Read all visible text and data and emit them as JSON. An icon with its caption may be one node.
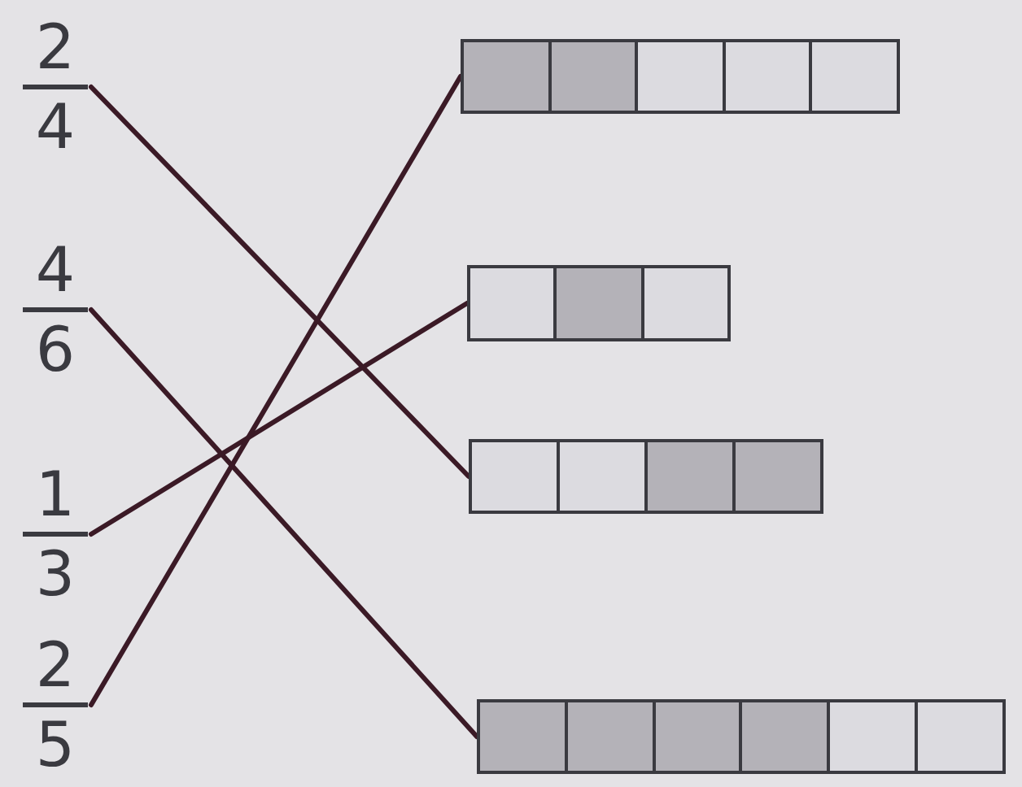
{
  "diagram": {
    "nodes": [
      {
        "text": [
          "2",
          "4"
        ]
      },
      {
        "text": [
          "4",
          "6"
        ]
      },
      {
        "text": [
          "1",
          "3"
        ]
      },
      {
        "text": [
          "2",
          "5"
        ]
      },
      {
        "text": [],
        "shape": "bar"
      },
      {
        "text": [],
        "shape": "bar"
      },
      {
        "text": [],
        "shape": "bar"
      },
      {
        "text": [],
        "shape": "bar"
      }
    ],
    "edges": [
      {
        "from": 0,
        "to": 6,
        "arrow": "none"
      },
      {
        "from": 1,
        "to": 7,
        "arrow": "none"
      },
      {
        "from": 2,
        "to": 5,
        "arrow": "none"
      },
      {
        "from": 3,
        "to": 4,
        "arrow": "none"
      }
    ]
  }
}
